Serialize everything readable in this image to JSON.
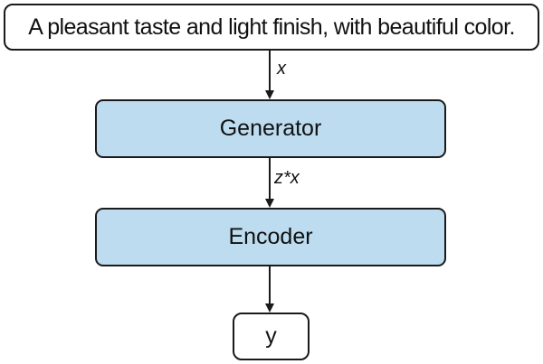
{
  "diagram": {
    "input_text": "A pleasant taste and light finish, with beautiful color.",
    "nodes": {
      "generator": "Generator",
      "encoder": "Encoder",
      "output": "y"
    },
    "edges": {
      "input_to_generator": "x",
      "generator_to_encoder": "z*x"
    },
    "colors": {
      "stage_fill": "#bddcf0",
      "stroke": "#1a1a1a",
      "box_fill": "#ffffff"
    }
  }
}
